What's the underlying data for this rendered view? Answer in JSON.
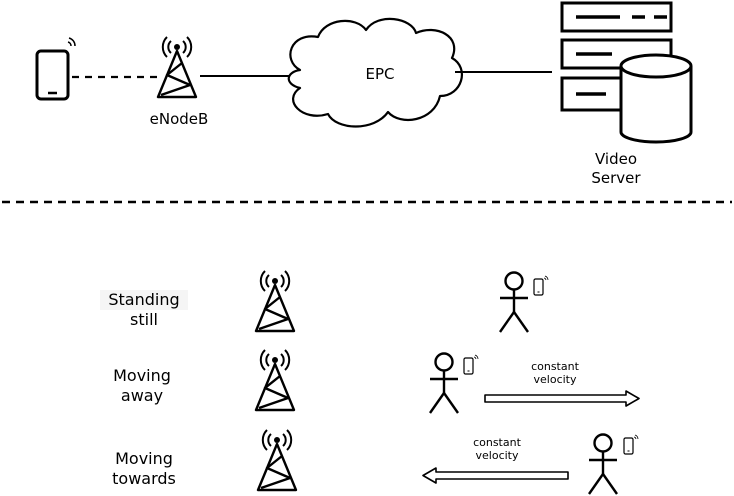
{
  "top": {
    "enodeb_label": "eNodeB",
    "epc_label": "EPC",
    "server_label_line1": "Video",
    "server_label_line2": "Server"
  },
  "scenarios": [
    {
      "label_line1": "Standing",
      "label_line2": "still"
    },
    {
      "label_line1": "Moving",
      "label_line2": "away",
      "arrow_label_line1": "constant",
      "arrow_label_line2": "velocity"
    },
    {
      "label_line1": "Moving",
      "label_line2": "towards",
      "arrow_label_line1": "constant",
      "arrow_label_line2": "velocity"
    }
  ],
  "colors": {
    "stroke": "#000000",
    "background": "#ffffff",
    "label_highlight": "#f5f5f5"
  }
}
